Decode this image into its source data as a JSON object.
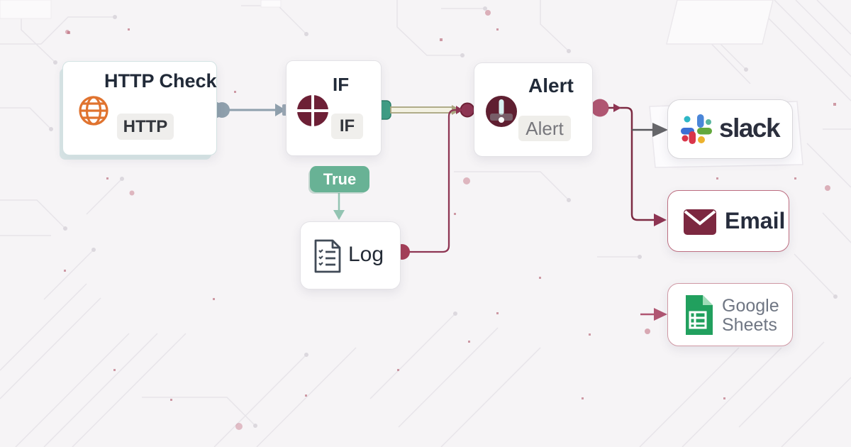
{
  "diagram": {
    "title_hint": "automation workflow: HTTP check -> IF -> Alert -> notifications",
    "nodes": {
      "http_check": {
        "title": "HTTP Check",
        "badge": "HTTP"
      },
      "if_node": {
        "title": "IF",
        "badge": "IF"
      },
      "alert": {
        "title": "Alert",
        "badge": "Alert"
      },
      "log": {
        "label": "Log"
      },
      "slack": {
        "label": "slack"
      },
      "email": {
        "label": "Email"
      },
      "google_sheets": {
        "lines": [
          "Google",
          "Sheets"
        ]
      }
    },
    "edge_labels": {
      "if_true": "True"
    },
    "colors": {
      "background": "#f6f4f6",
      "card_bg": "#ffffff",
      "title_text": "#212a38",
      "globe_orange": "#e0732f",
      "node_icon_maroon": "#632034",
      "connector_gray": "#8fa0ad",
      "connector_teal": "#3f9e85",
      "connector_maroon": "#8e3553",
      "alert_out_pink": "#b05672",
      "true_badge_green": "#68b295",
      "slack_arrow_gray": "#616165",
      "email_icon_maroon": "#7c2840",
      "sheets_green": "#21a05e",
      "if_to_alert_olive": "#a9a47e"
    }
  }
}
